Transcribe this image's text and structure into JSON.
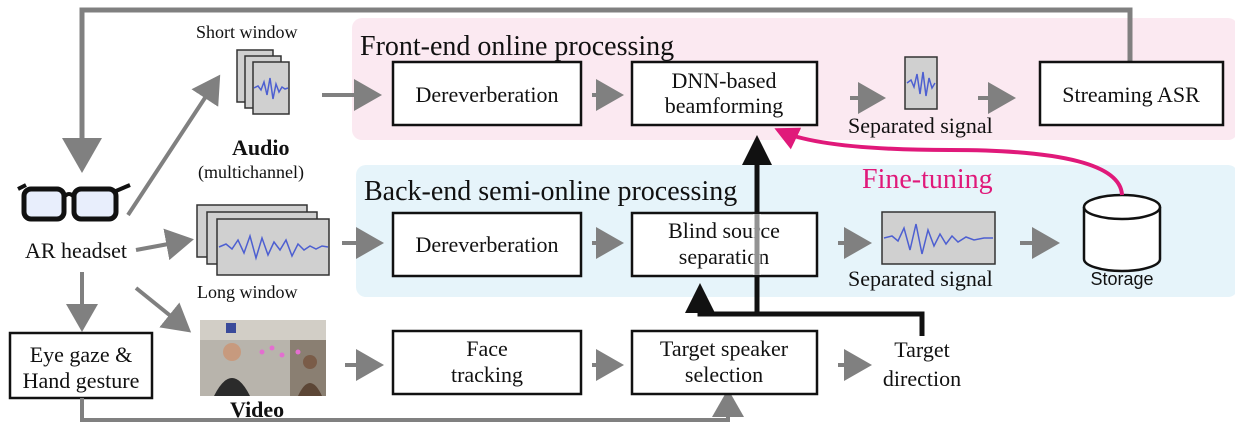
{
  "regions": {
    "frontend_title": "Front-end online processing",
    "backend_title": "Back-end semi-online processing"
  },
  "inputs": {
    "ar_headset": "AR headset",
    "short_window": "Short window",
    "long_window": "Long window",
    "audio_bold": "Audio",
    "audio_sub": "(multichannel)",
    "video": "Video",
    "eye_gaze_line1": "Eye gaze &",
    "eye_gaze_line2": "Hand gesture"
  },
  "frontend": {
    "dereverberation": "Dereverberation",
    "dnn_line1": "DNN-based",
    "dnn_line2": "beamforming",
    "separated_signal": "Separated signal",
    "streaming_asr": "Streaming ASR"
  },
  "backend": {
    "dereverberation": "Dereverberation",
    "bss_line1": "Blind source",
    "bss_line2": "separation",
    "separated_signal": "Separated signal",
    "storage": "Storage",
    "fine_tuning": "Fine-tuning"
  },
  "video_path": {
    "face_line1": "Face",
    "face_line2": "tracking",
    "tss_line1": "Target speaker",
    "tss_line2": "selection",
    "target_line1": "Target",
    "target_line2": "direction"
  },
  "colors": {
    "frontend_bg": "#fbe9f1",
    "backend_bg": "#e6f4fa",
    "arrow_gray": "#808080",
    "fine_tuning": "#e0197a",
    "waveform": "#4d5fd1"
  }
}
